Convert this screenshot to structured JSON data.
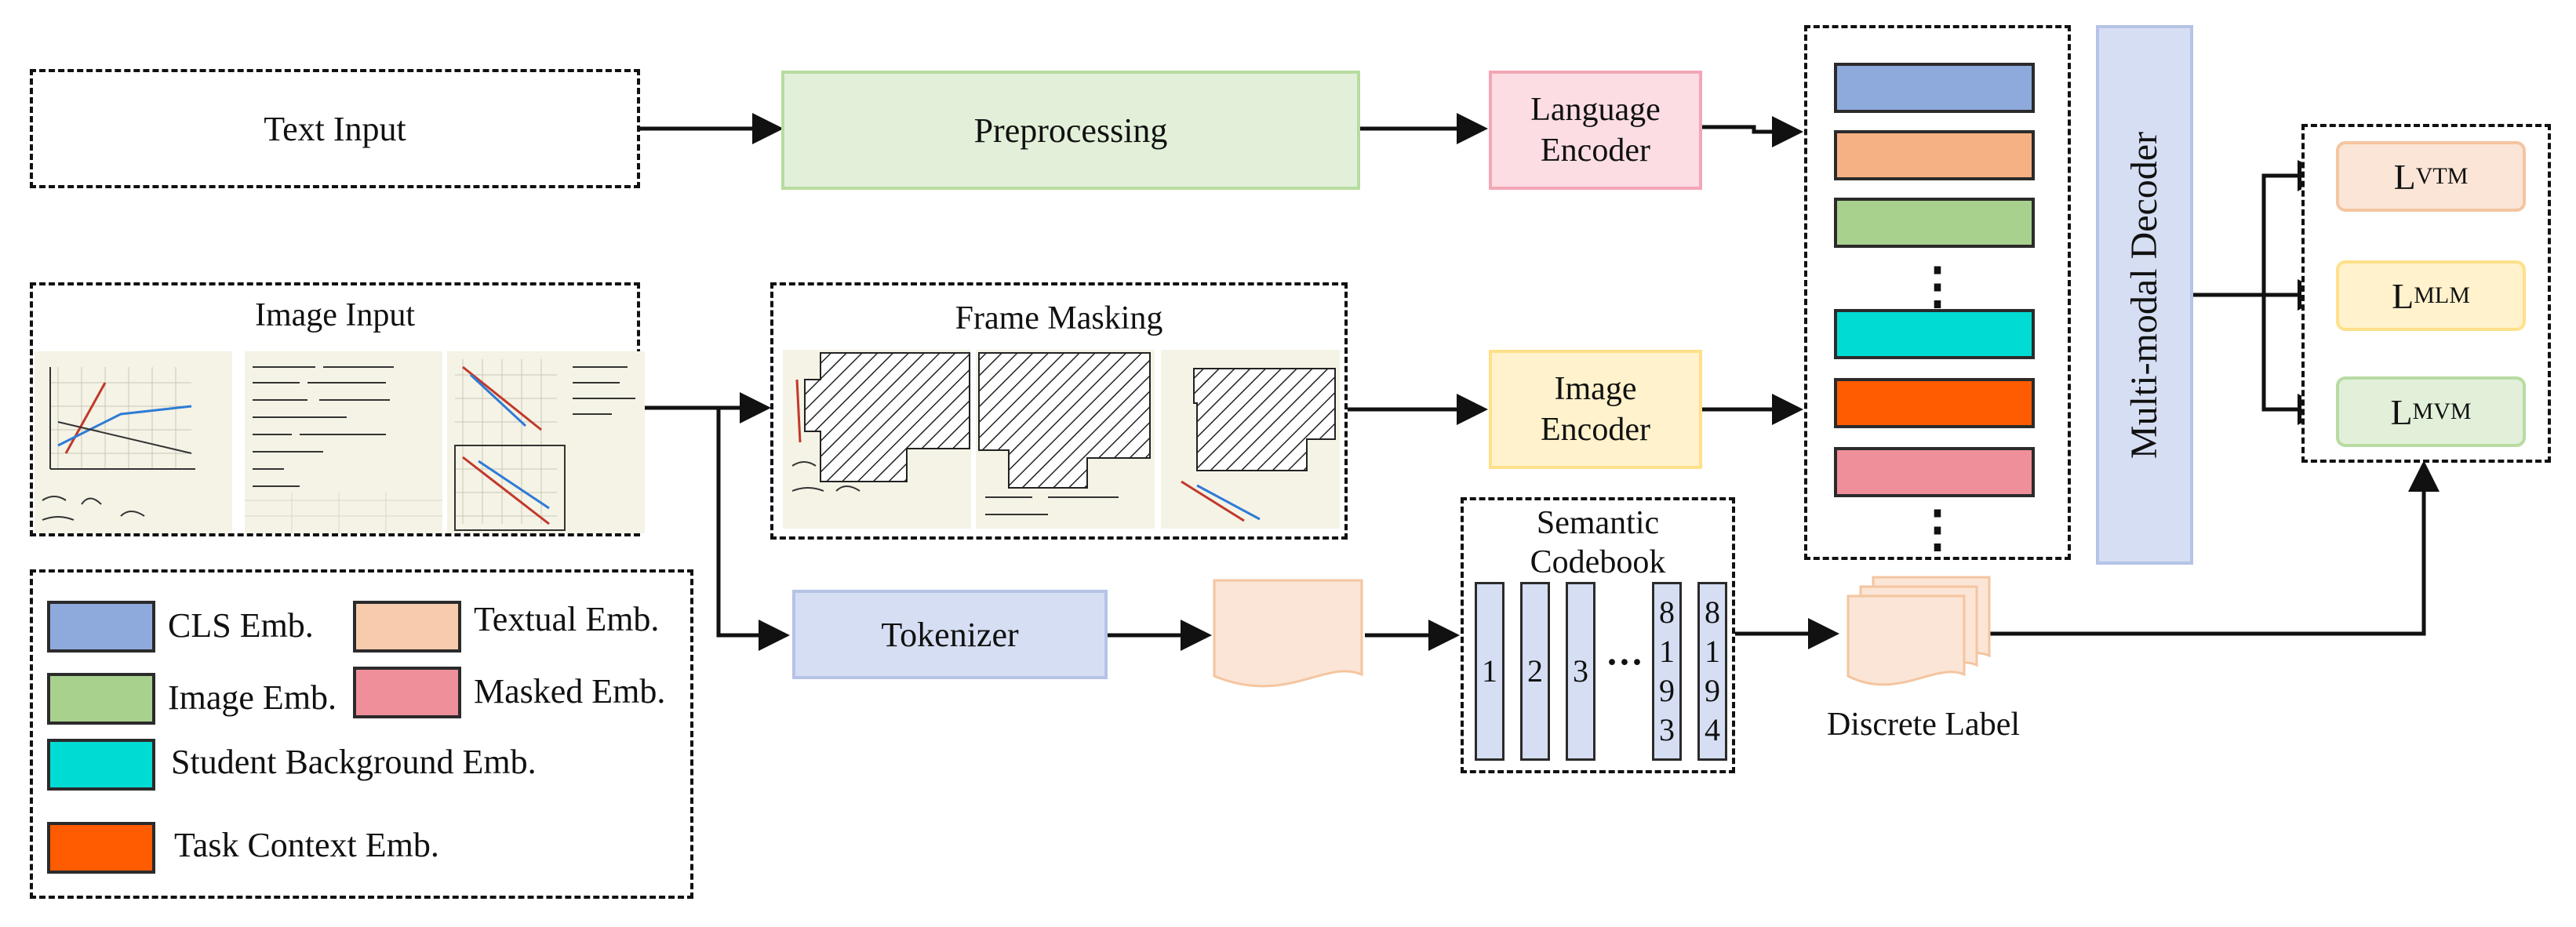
{
  "text_input": {
    "label": "Text Input"
  },
  "preprocessing": {
    "label": "Preprocessing"
  },
  "language_encoder": {
    "label": "Language\nEncoder"
  },
  "image_input": {
    "label": "Image Input"
  },
  "frame_masking": {
    "label": "Frame Masking"
  },
  "image_encoder": {
    "label": "Image\nEncoder"
  },
  "tokenizer": {
    "label": "Tokenizer"
  },
  "semantic_codebook": {
    "label": "Semantic\nCodebook",
    "codes": [
      "1",
      "2",
      "3",
      "8\n1\n9\n3",
      "8\n1\n9\n4"
    ],
    "ellipsis": "···"
  },
  "discrete_label": {
    "label": "Discrete Label"
  },
  "decoder": {
    "label": "Multi-modal Decoder"
  },
  "embedding_stack": {
    "colors": [
      "#8eaadc",
      "#f5b183",
      "#a9d18e",
      "#00dcd4",
      "#ff5b00",
      "#ef8f9a"
    ],
    "ellipsis": "⋮"
  },
  "losses": [
    {
      "base": "L",
      "sub": "VTM",
      "fill": "#fbe5d6",
      "border": "#f4c5a0"
    },
    {
      "base": "L",
      "sub": "MLM",
      "fill": "#fff2cc",
      "border": "#ffe08a"
    },
    {
      "base": "L",
      "sub": "MVM",
      "fill": "#e2f0d9",
      "border": "#b8dba3"
    }
  ],
  "legend": [
    {
      "label": "CLS Emb.",
      "color": "#8eaadc"
    },
    {
      "label": "Textual Emb.",
      "color": "#f8cbad"
    },
    {
      "label": "Image Emb.",
      "color": "#a9d18e"
    },
    {
      "label": "Masked Emb.",
      "color": "#ef8f9a"
    },
    {
      "label": "Student Background Emb.",
      "color": "#00dcd4"
    },
    {
      "label": "Task Context Emb.",
      "color": "#ff5b00"
    }
  ]
}
